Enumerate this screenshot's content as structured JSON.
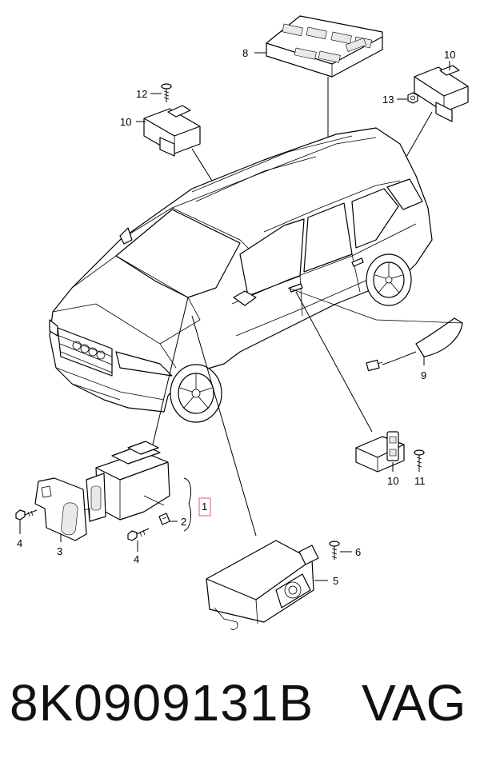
{
  "callouts": {
    "c1": "1",
    "c2": "2",
    "c3": "3",
    "c4a": "4",
    "c4b": "4",
    "c5": "5",
    "c6": "6",
    "c8": "8",
    "c9": "9",
    "c10a": "10",
    "c10b": "10",
    "c10c": "10",
    "c11": "11",
    "c12": "12",
    "c13": "13"
  },
  "footer": {
    "part_number": "8K0909131B",
    "brand": "VAG"
  },
  "colors": {
    "line": "#000000",
    "highlight_box": "#e05a6a",
    "text": "#111111"
  }
}
